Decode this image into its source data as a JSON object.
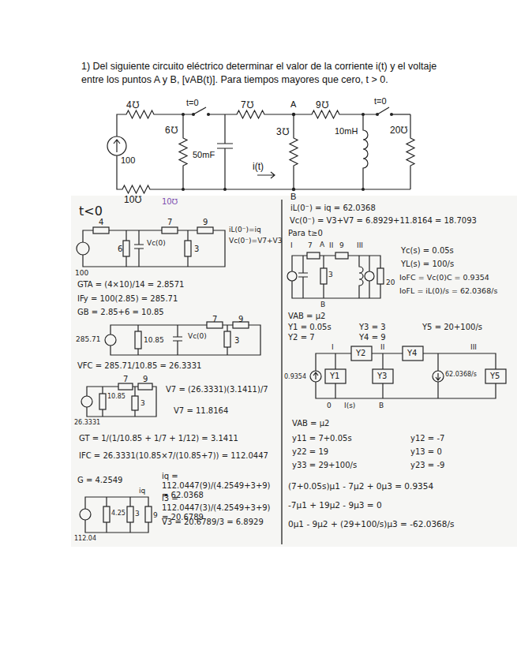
{
  "diagram": {
    "title": "1) Del siguiente circuito eléctrico determinar el valor de la corriente i(t) y el voltaje entre los puntos A y B, [vAB(t)]. Para tiempos mayores que cero, t > 0.",
    "labels": [
      "4℧",
      "6℧",
      "t=0",
      "50mF",
      "7℧",
      "A",
      "3℧",
      "9℧",
      "10mH",
      "t=0",
      "20℧",
      "100",
      "10℧",
      "i(t)",
      "B",
      "10℧",
      "t<0",
      "4",
      "7",
      "9",
      "100",
      "6",
      "Vc(0)",
      "3",
      "iL(0⁻)=iq",
      "Vc(0⁻)=V7+V3",
      "GTA = (4×10)/14 = 2.8571",
      "IFy = 100(2.85) = 285.71",
      "GB = 2.85+6 = 10.85",
      "285.71",
      "10.85",
      "Vc(0)",
      "7",
      "9",
      "3",
      "VFC = 285.71/10.85 = 26.3331",
      "10.85",
      "7",
      "9",
      "3",
      "26.3331",
      "V7 = (26.3331)(3.1411)/7",
      "V7 = 11.8164",
      "GT = 1/(1/10.85 + 1/7 + 1/12) = 3.1411",
      "IFC = 26.3331(10.85×7/(10.85+7)) = 112.0447",
      "G = 4.2549",
      "iq = 112.0447(9)/(4.2549+3+9) = 62.0368",
      "i3 = 112.0447(3)/(4.2549+3+9) = 20.6789",
      "V3 = 20.6789/3 = 6.8929",
      "112.04",
      "4.25",
      "3",
      "iq",
      "9",
      "iL(0⁻) = iq = 62.0368",
      "Vc(0⁻) = V3+V7 = 6.8929+11.8164 = 18.7093",
      "Para t≥0",
      "I",
      "7",
      "A",
      "II",
      "9",
      "III",
      "3",
      "20",
      "B",
      "Yc(s) = 0.05s",
      "YL(s) = 100/s",
      "IoFC = Vc(0)C = 0.9354",
      "IoFL = iL(0)/s = 62.0368/s",
      "VAB = μ2",
      "Y1 = 0.05s",
      "Y3 = 3",
      "Y5 = 20+100/s",
      "Y2 = 7",
      "Y4 = 9",
      "I",
      "II",
      "III",
      "0.9354",
      "Y1",
      "Y2",
      "Y3",
      "Y4",
      "62.0368/s",
      "Y5",
      "0",
      "I(s)",
      "B",
      "VAB = μ2",
      "y11 = 7+0.05s",
      "y12 = -7",
      "y22 = 19",
      "y13 = 0",
      "y33 = 29+100/s",
      "y23 = -9",
      "(7+0.05s)μ1 - 7μ2 + 0μ3 = 0.9354",
      "-7μ1 + 19μ2 - 9μ3 = 0",
      "0μ1 - 9μ2 + (29+100/s)μ3 = -62.0368/s"
    ]
  }
}
